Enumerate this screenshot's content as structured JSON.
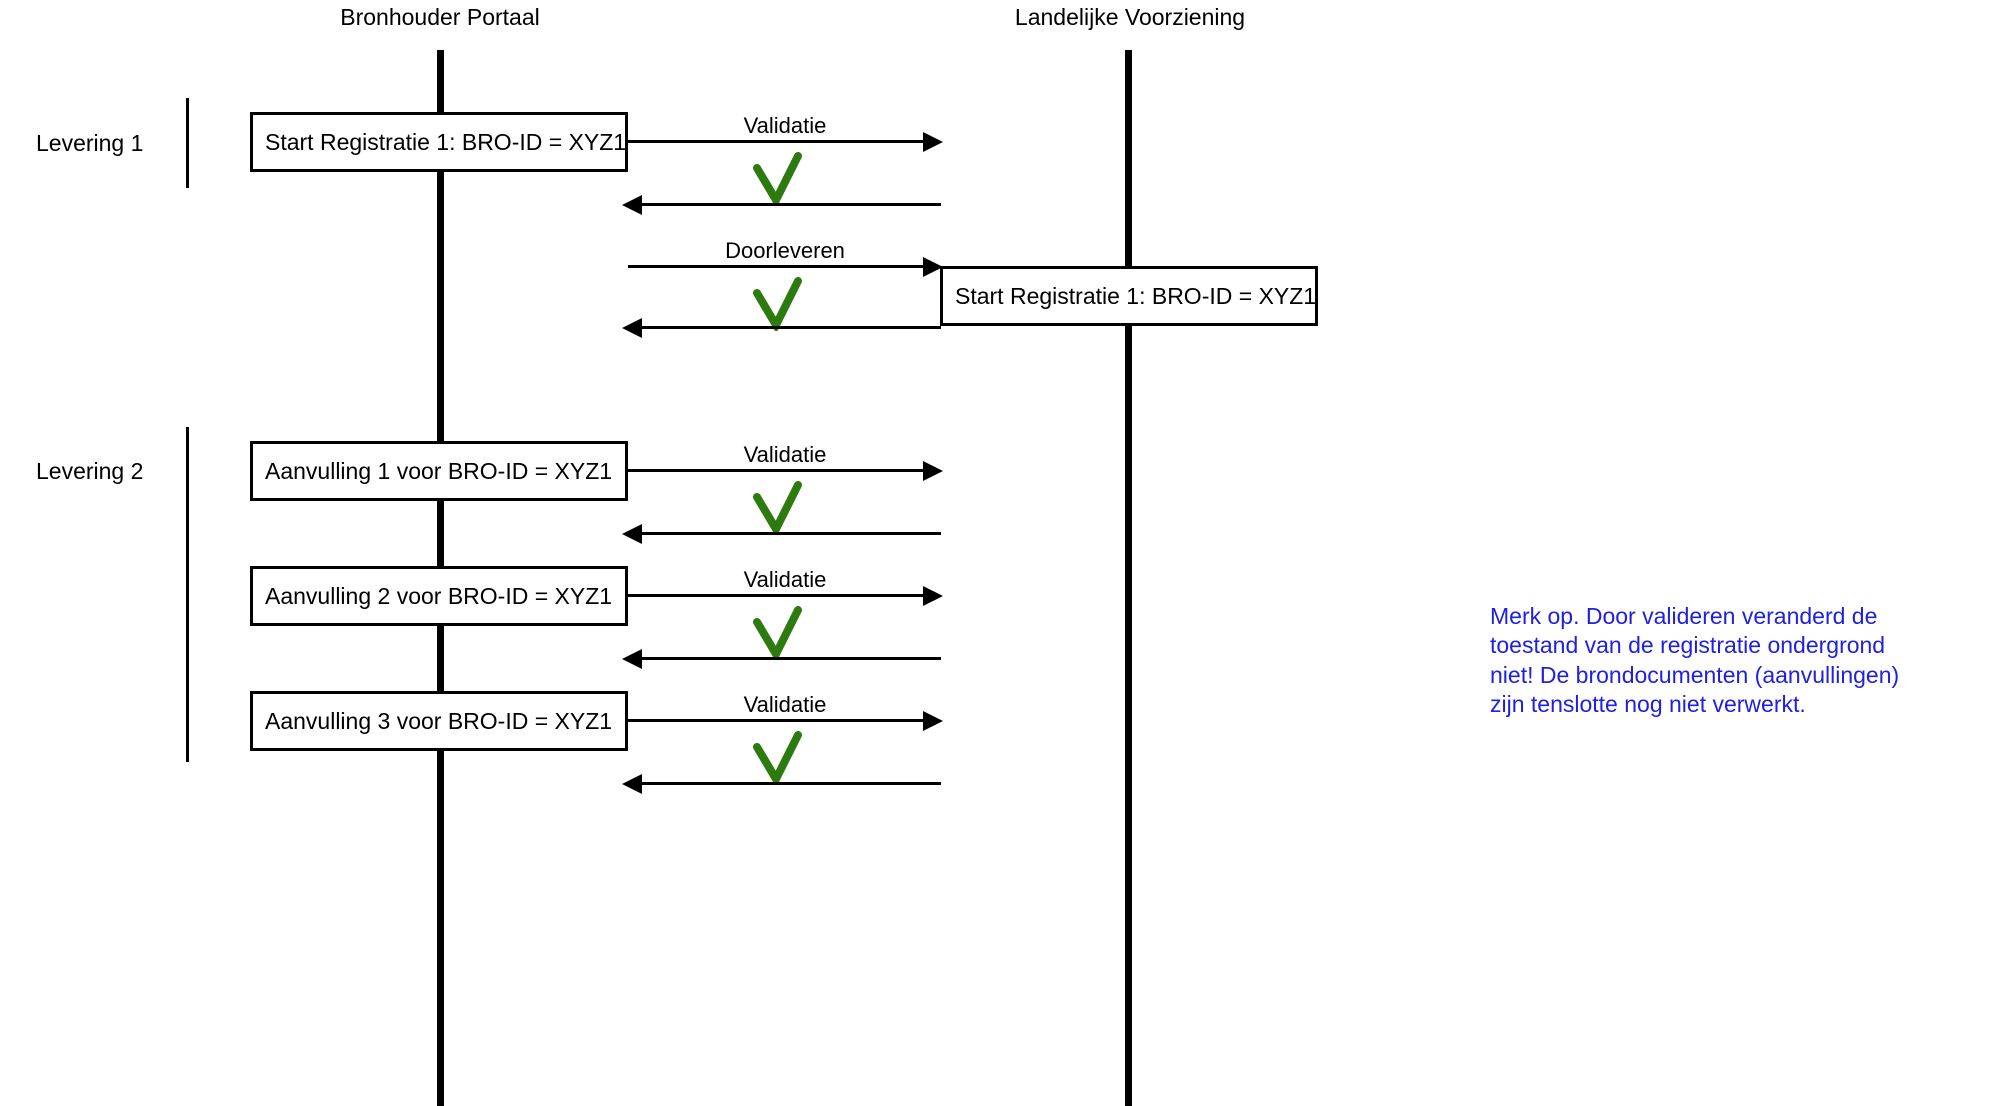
{
  "diagram": {
    "title_bar": {
      "left_actor": "Bronhouder Portaal",
      "right_actor": "Landelijke Voorziening"
    },
    "groups": [
      {
        "label": "Levering 1"
      },
      {
        "label": "Levering 2"
      }
    ],
    "boxes": {
      "start_registratie_left": "Start Registratie 1: BRO-ID = XYZ1",
      "start_registratie_right": "Start Registratie 1: BRO-ID = XYZ1",
      "aanvulling_1": "Aanvulling 1 voor BRO-ID = XYZ1",
      "aanvulling_2": "Aanvulling 2 voor BRO-ID = XYZ1",
      "aanvulling_3": "Aanvulling 3 voor BRO-ID = XYZ1"
    },
    "messages": {
      "validatie_1": "Validatie",
      "doorleveren": "Doorleveren",
      "validatie_2": "Validatie",
      "validatie_3": "Validatie",
      "validatie_4": "Validatie"
    },
    "note": {
      "text": "Merk  op. Door valideren veranderd de toestand van de registratie ondergrond niet! De brondocumenten (aanvullingen) zijn tenslotte nog niet verwerkt."
    },
    "status_icon": {
      "name": "check-ok",
      "glyph": "✓"
    },
    "colors": {
      "ink": "#000000",
      "check_green": "#2D7A0E",
      "note_blue": "#2020E0",
      "background": "#FFFFFF"
    }
  }
}
